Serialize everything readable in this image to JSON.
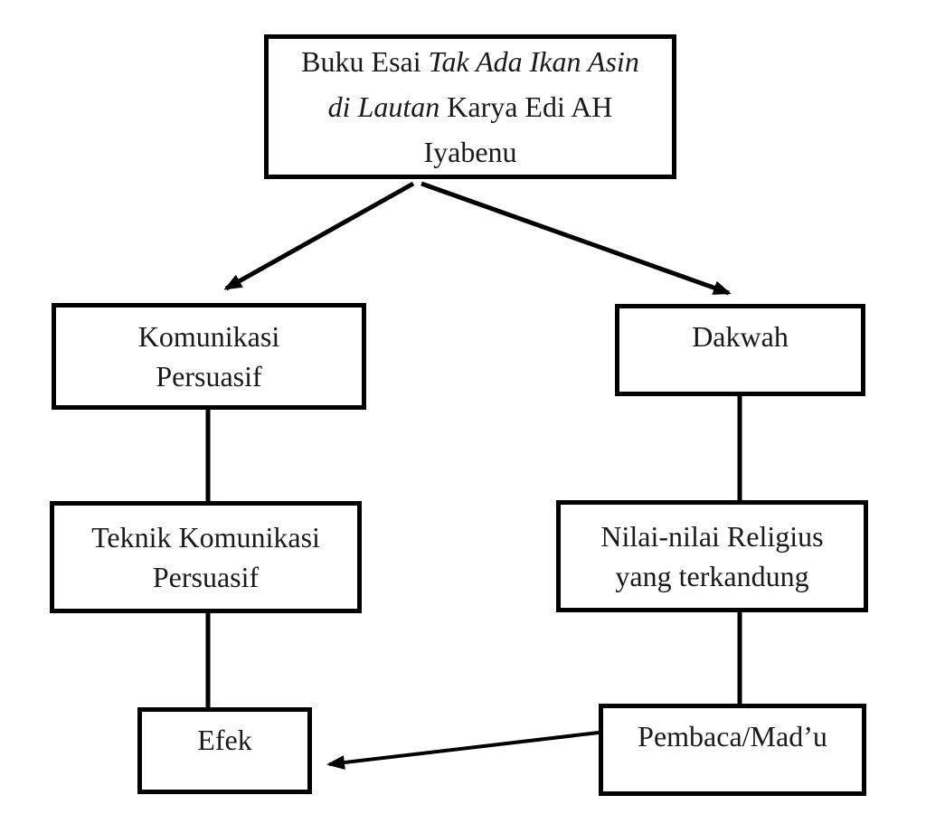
{
  "diagram": {
    "type": "flowchart",
    "colors": {
      "background": "#ffffff",
      "box_border": "#000000",
      "connector": "#000000",
      "text": "#1a1a1a"
    },
    "title_box": {
      "full_text": "Buku Esai Tak Ada Ikan Asin di Lautan Karya Edi AH Iyabenu",
      "segments": {
        "regular1": "Buku Esai",
        "italic1": "Tak Ada Ikan Asin",
        "italic2": "di Lautan",
        "regular2": "Karya Edi AH",
        "regular3": "Iyabenu"
      }
    },
    "boxes": {
      "komunikasi": {
        "line1": "Komunikasi",
        "line2": "Persuasif"
      },
      "dakwah": {
        "label": "Dakwah"
      },
      "teknik": {
        "line1": "Teknik Komunikasi",
        "line2": "Persuasif"
      },
      "nilai": {
        "line1": "Nilai-nilai Religius",
        "line2": "yang terkandung"
      },
      "efek": {
        "label": "Efek"
      },
      "pembaca": {
        "label": "Pembaca/Mad’u"
      }
    },
    "connections": [
      {
        "from": "title_box",
        "to": "komunikasi",
        "style": "arrow"
      },
      {
        "from": "title_box",
        "to": "dakwah",
        "style": "arrow"
      },
      {
        "from": "komunikasi",
        "to": "teknik",
        "style": "line"
      },
      {
        "from": "teknik",
        "to": "efek",
        "style": "line"
      },
      {
        "from": "dakwah",
        "to": "nilai",
        "style": "line"
      },
      {
        "from": "nilai",
        "to": "pembaca",
        "style": "line"
      },
      {
        "from": "pembaca",
        "to": "efek",
        "style": "arrow"
      }
    ]
  }
}
